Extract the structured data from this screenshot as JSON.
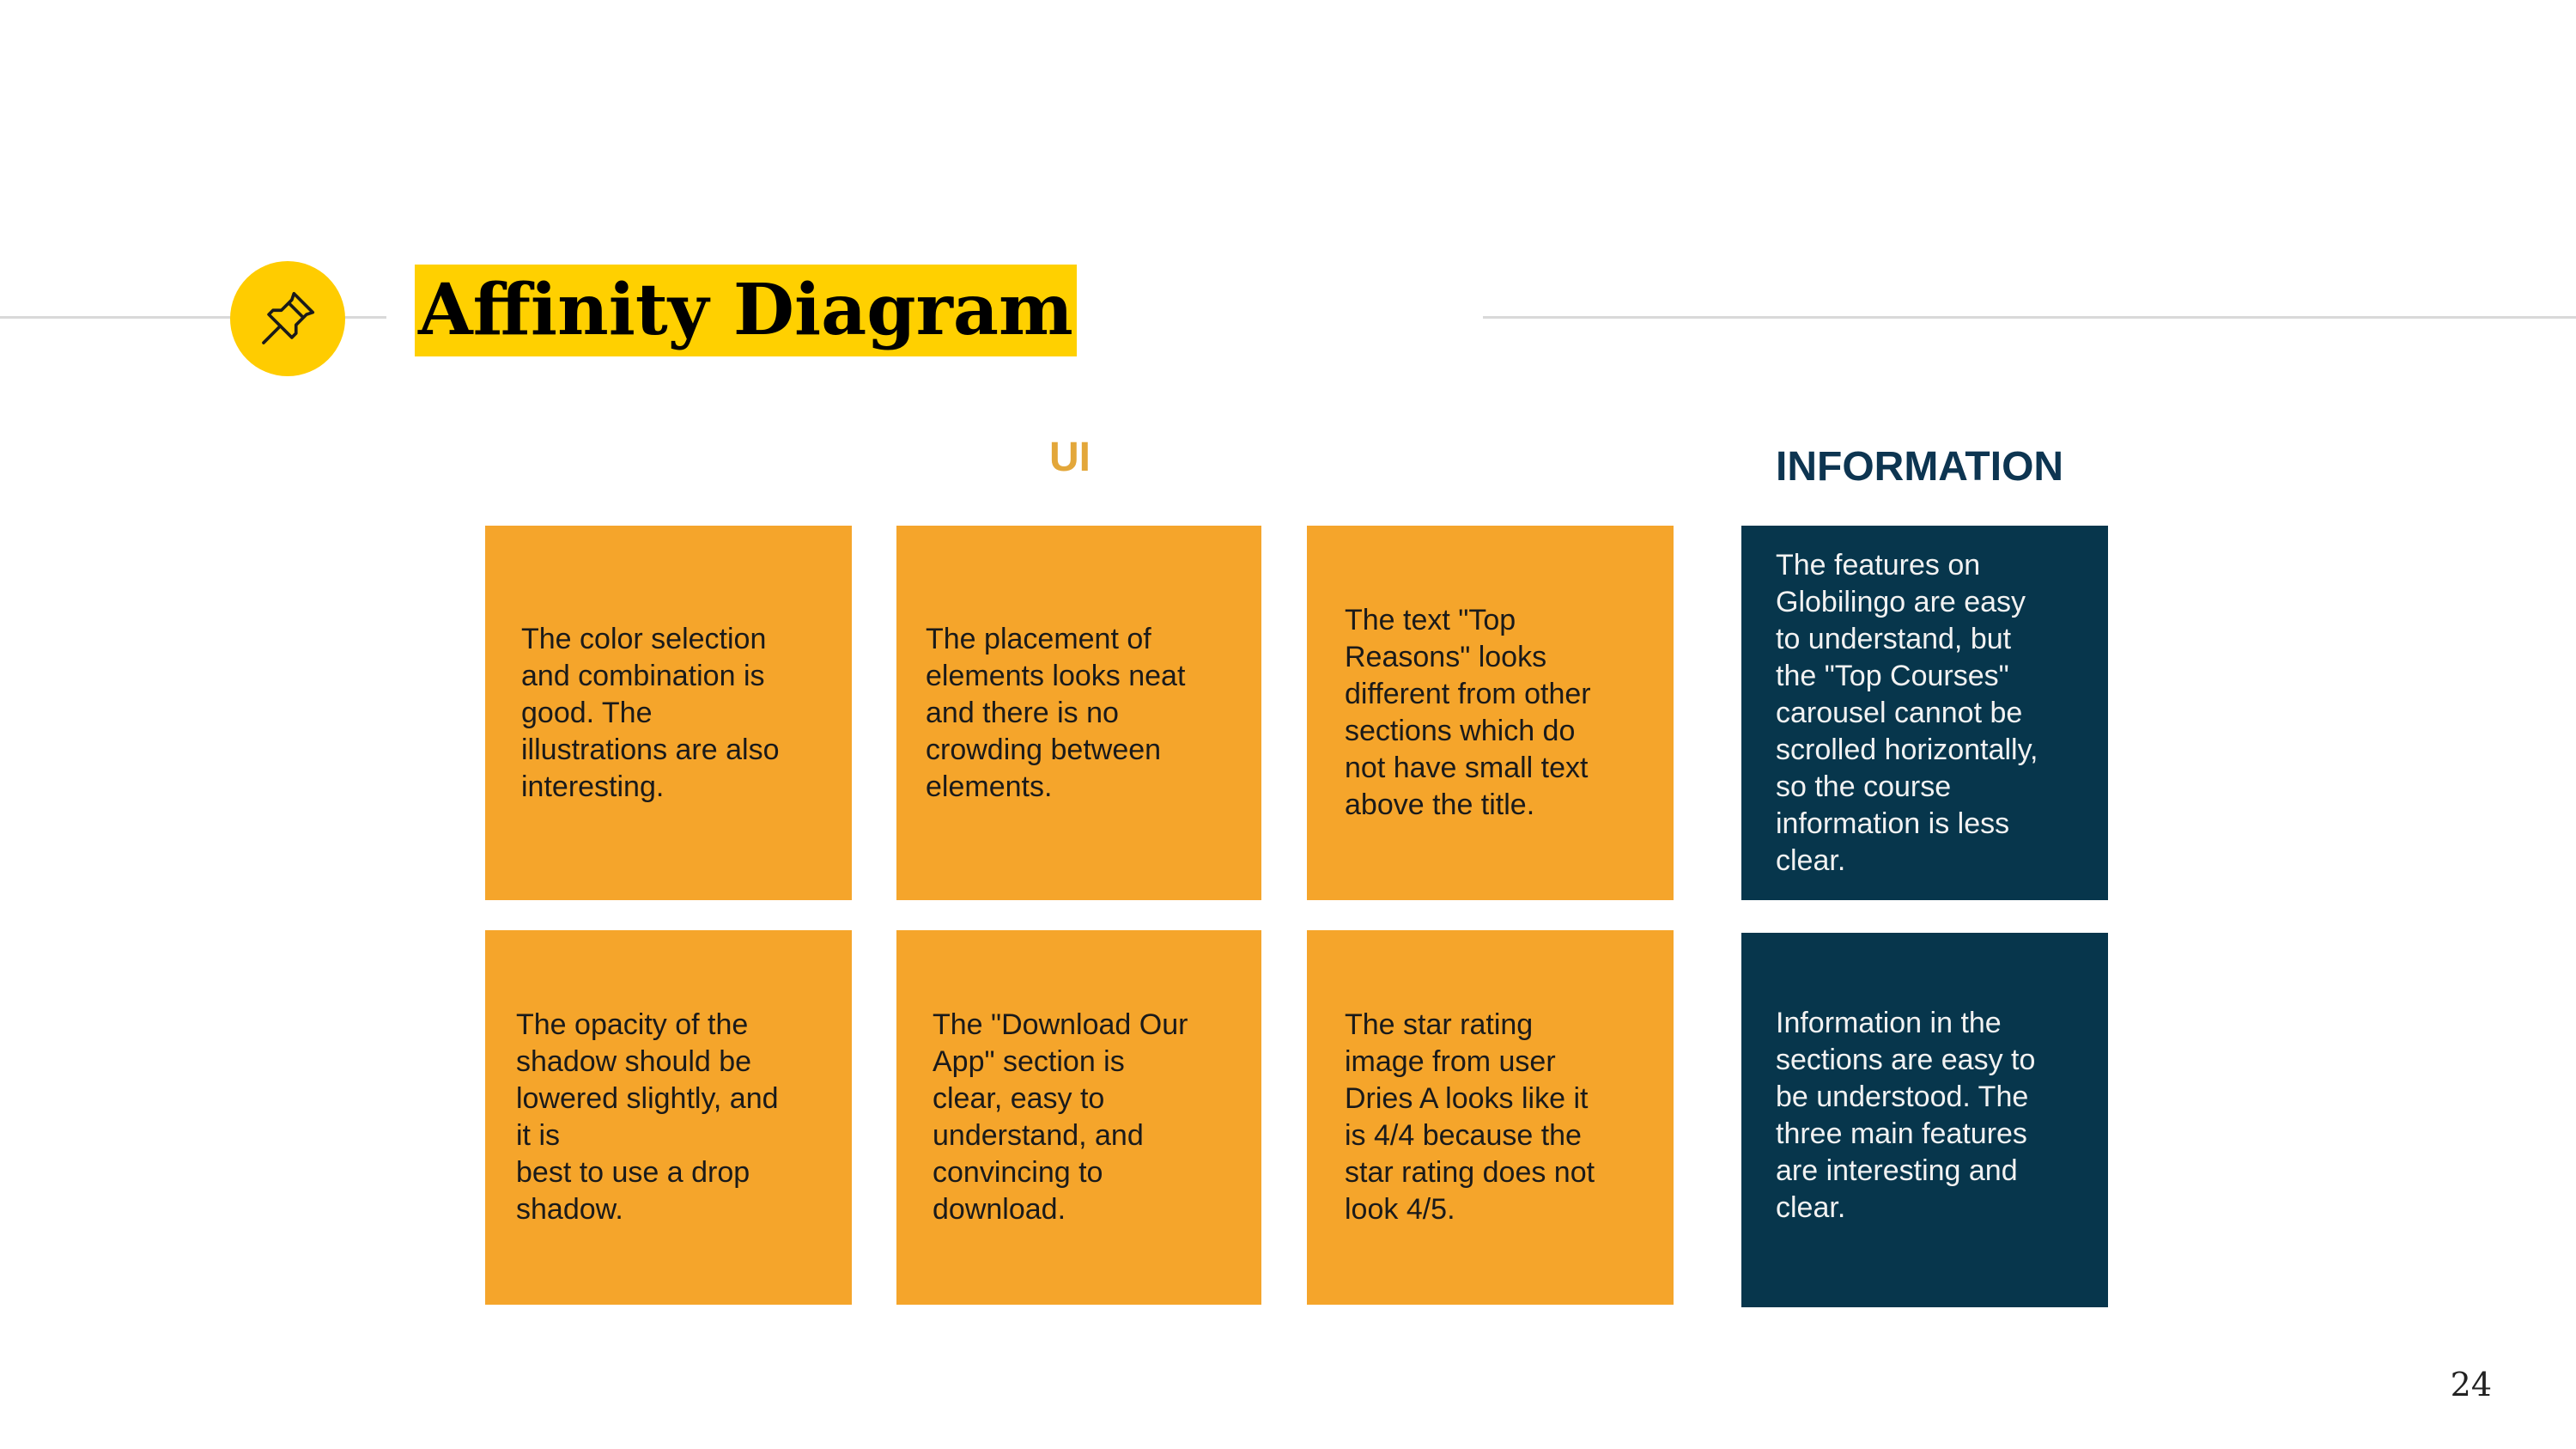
{
  "slide": {
    "title": "Affinity Diagram",
    "page_number": "24",
    "icon": "pushpin-icon",
    "colors": {
      "title_highlight": "#ffd000",
      "icon_circle": "#ffcc00",
      "ui_note": "#f5a52b",
      "info_note": "#07364c",
      "ui_heading": "#e3a73a",
      "info_heading": "#0d3551"
    }
  },
  "groups": {
    "ui": {
      "heading": "UI",
      "notes": [
        "The color selection\nand combination is\ngood. The\nillustrations are also\ninteresting.",
        " The placement of\nelements looks neat\nand there is no\ncrowding between\nelements.",
        "The text \"Top\nReasons\" looks\ndifferent from other\nsections which do\nnot have small text\nabove the title.",
        "The opacity of the\nshadow should be\nlowered slightly, and\nit is\nbest to use a drop\nshadow.",
        " The \"Download Our\nApp\" section is\nclear, easy to\nunderstand, and\nconvincing to\ndownload.",
        "The star rating\nimage from user\nDries A looks like it\nis 4/4 because the\nstar rating does not\nlook 4/5."
      ]
    },
    "information": {
      "heading": "INFORMATION",
      "notes": [
        "The features on\nGlobilingo are easy\nto understand, but\nthe \"Top Courses\"\ncarousel cannot be\nscrolled horizontally,\nso the course\ninformation is less\nclear.",
        "Information in the\nsections are easy to\nbe understood. The\nthree main features\nare interesting and\nclear."
      ]
    }
  }
}
